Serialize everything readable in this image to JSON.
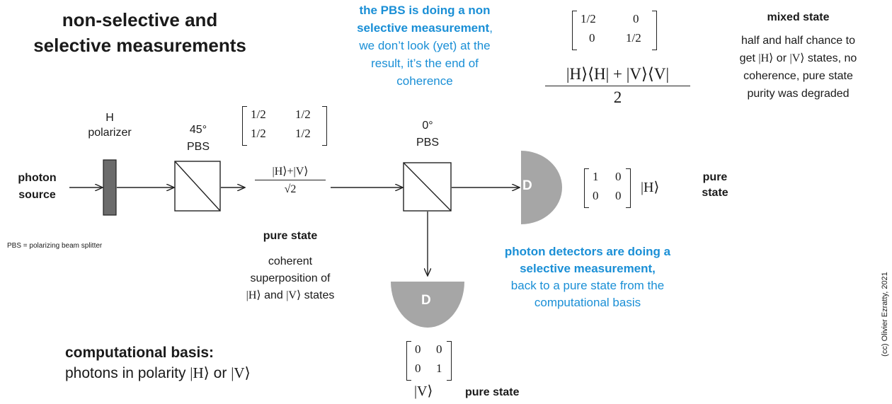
{
  "title": {
    "line1": "non-selective and",
    "line2": "selective measurements"
  },
  "labels": {
    "photon_source_1": "photon",
    "photon_source_2": "source",
    "pbs_note": "PBS = polarizing beam splitter",
    "h_polarizer_1": "H",
    "h_polarizer_2": "polarizer",
    "pbs45_1": "45°",
    "pbs45_2": "PBS",
    "pbs0_1": "0°",
    "pbs0_2": "PBS",
    "detector": "D"
  },
  "pure_state_middle": {
    "heading": "pure state",
    "line1": "coherent",
    "line2": "superposition of",
    "line3_h": "|H⟩",
    "line3_mid": " and ",
    "line3_v": "|V⟩",
    "line3_end": " states"
  },
  "computational_basis": {
    "heading": "computational basis:",
    "text": "photons in polarity ",
    "h": "|H⟩",
    "or": " or ",
    "v": "|V⟩"
  },
  "pbs_note_top": {
    "bold1": "the PBS is doing a non",
    "bold2": "selective measurement",
    "comma": ",",
    "line3": "we don’t look (yet) at the",
    "line4": "result, it’s the end of",
    "line5": "coherence"
  },
  "detector_note": {
    "bold1": "photon detectors are doing a",
    "bold2": "selective measurement,",
    "line3": "back to a pure state from the",
    "line4": "computational basis"
  },
  "mixed_state": {
    "heading": "mixed state",
    "line1": "half and half chance to",
    "line2_pre": "get ",
    "line2_h": "|H⟩",
    "line2_or": " or ",
    "line2_v": "|V⟩",
    "line2_post": " states, no",
    "line3": "coherence, pure state",
    "line4": "purity was degraded"
  },
  "matrices": {
    "superposition": [
      "1/2",
      "1/2",
      "1/2",
      "1/2"
    ],
    "mixed": [
      "1/2",
      "0",
      "0",
      "1/2"
    ],
    "h_state": [
      "1",
      "0",
      "0",
      "0"
    ],
    "v_state": [
      "0",
      "0",
      "0",
      "1"
    ]
  },
  "kets": {
    "superposition_num": "|H⟩+|V⟩",
    "superposition_den": "√2",
    "mixed_num_1": "|H⟩⟨H|",
    "mixed_num_2": "+ |V⟩⟨V|",
    "mixed_den": "2",
    "h": "|H⟩",
    "v": "|V⟩"
  },
  "pure_state_right": {
    "line1": "pure",
    "line2": "state"
  },
  "pure_state_bottom": "pure state",
  "copyright": "(cc) Olivier Ezratty, 2021"
}
